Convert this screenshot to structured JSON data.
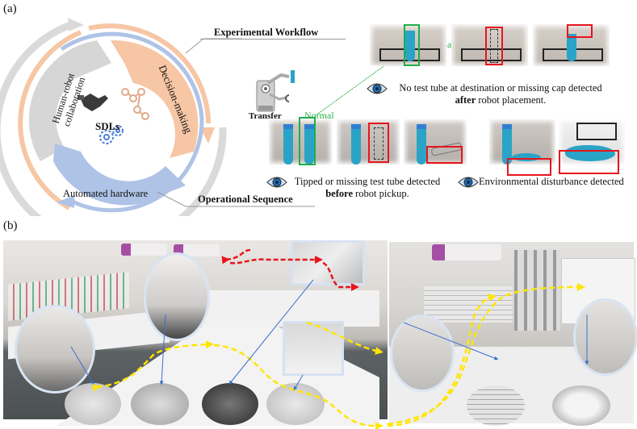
{
  "panel_a": {
    "label": "(a)",
    "center_label": "SDLs",
    "segments": [
      {
        "name": "Human-robot collaboration",
        "line1": "Human-robot",
        "line2": "collaboration",
        "color": "#d9d9d9"
      },
      {
        "name": "Decision-making",
        "label": "Decision-making",
        "color": "#f6c6a5"
      },
      {
        "name": "Automated hardware",
        "label": "Automated hardware",
        "color": "#aec3e6"
      }
    ],
    "rings": {
      "outer_gray": "#d9d9d9",
      "orange": "#f6c6a5",
      "blue": "#aec3e6"
    },
    "callouts": {
      "experimental_workflow": "Experimental Workflow",
      "operational_sequence": "Operational Sequence"
    },
    "transfer_label": "Transfer",
    "normal_label_top": "Normal",
    "normal_label_bottom": "Normal",
    "captions": {
      "after_placement": {
        "line1": "No test tube at destination or missing cap detected",
        "line2_bold": "after",
        "line2_rest": " robot placement."
      },
      "before_pickup": {
        "line1": "Tipped or missing test tube detected",
        "line2_bold": "before",
        "line2_rest": " robot pickup."
      },
      "environmental": {
        "line1": "Environmental disturbance detected"
      }
    },
    "colors": {
      "normal_box": "#1fae4a",
      "anomaly_box": "#e8141c",
      "liquid": "#2aa4c6",
      "cap": "#2f7fd0"
    }
  },
  "panel_b": {
    "label": "(b)",
    "path_colors": {
      "yellow": "#ffe600",
      "red": "#e8141c",
      "pointer": "#3a6fd0"
    }
  }
}
